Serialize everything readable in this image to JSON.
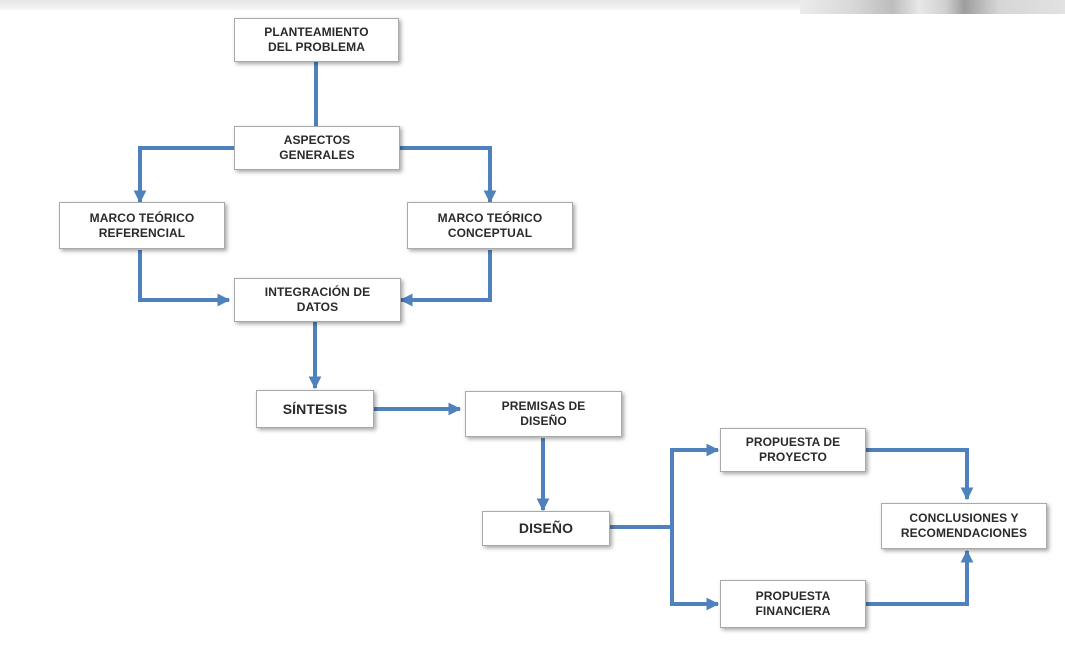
{
  "diagram": {
    "nodes": {
      "planteamiento": "PLANTEAMIENTO\nDEL PROBLEMA",
      "aspectos": "ASPECTOS\nGENERALES",
      "marco_referencial": "MARCO TEÓRICO\nREFERENCIAL",
      "marco_conceptual": "MARCO TEÓRICO\nCONCEPTUAL",
      "integracion": "INTEGRACIÓN DE\nDATOS",
      "sintesis": "SÍNTESIS",
      "premisas": "PREMISAS DE\nDISEÑO",
      "diseno": "DISEÑO",
      "propuesta_proyecto": "PROPUESTA DE\nPROYECTO",
      "propuesta_financiera": "PROPUESTA\nFINANCIERA",
      "conclusiones": "CONCLUSIONES Y\nRECOMENDACIONES"
    },
    "connector_color": "#4f81bd",
    "connections": [
      {
        "from": "planteamiento",
        "to": "aspectos"
      },
      {
        "from": "aspectos",
        "to": "marco_referencial"
      },
      {
        "from": "aspectos",
        "to": "marco_conceptual"
      },
      {
        "from": "marco_referencial",
        "to": "integracion"
      },
      {
        "from": "marco_conceptual",
        "to": "integracion"
      },
      {
        "from": "integracion",
        "to": "sintesis"
      },
      {
        "from": "sintesis",
        "to": "premisas"
      },
      {
        "from": "premisas",
        "to": "diseno"
      },
      {
        "from": "diseno",
        "to": "propuesta_proyecto"
      },
      {
        "from": "diseno",
        "to": "propuesta_financiera"
      },
      {
        "from": "propuesta_proyecto",
        "to": "conclusiones"
      },
      {
        "from": "propuesta_financiera",
        "to": "conclusiones"
      }
    ]
  }
}
